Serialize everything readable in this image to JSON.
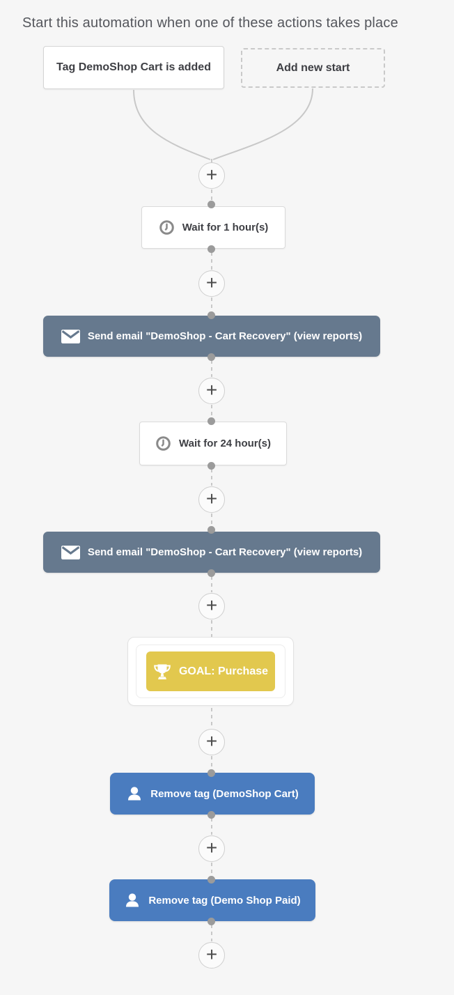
{
  "header": {
    "title": "Start this automation when one of these actions takes place"
  },
  "triggers": [
    {
      "label": "Tag DemoShop Cart is added"
    },
    {
      "label": "Add new start"
    }
  ],
  "nodes": [
    {
      "type": "wait",
      "icon": "clock-icon",
      "label": "Wait for 1 hour(s)"
    },
    {
      "type": "email",
      "icon": "envelope-icon",
      "label": "Send email \"DemoShop - Cart Recovery\" (view reports)"
    },
    {
      "type": "wait",
      "icon": "clock-icon",
      "label": "Wait for 24 hour(s)"
    },
    {
      "type": "email",
      "icon": "envelope-icon",
      "label": "Send email \"DemoShop - Cart Recovery\" (view reports)"
    },
    {
      "type": "goal",
      "icon": "trophy-icon",
      "label": "GOAL: Purchase"
    },
    {
      "type": "contact",
      "icon": "person-icon",
      "label": "Remove tag (DemoShop Cart)"
    },
    {
      "type": "contact",
      "icon": "person-icon",
      "label": "Remove tag (Demo Shop Paid)"
    }
  ],
  "add_button": {
    "label": "+"
  },
  "colors": {
    "background": "#f6f6f6",
    "email_node": "#66798e",
    "goal_node": "#e2c84e",
    "contact_node": "#4a7cbf",
    "connector": "#c8c8c8",
    "dot": "#9b9b9b",
    "white_node_border": "#dadada",
    "node_text_dark": "#3e3f44",
    "node_text_light": "#ffffff"
  }
}
